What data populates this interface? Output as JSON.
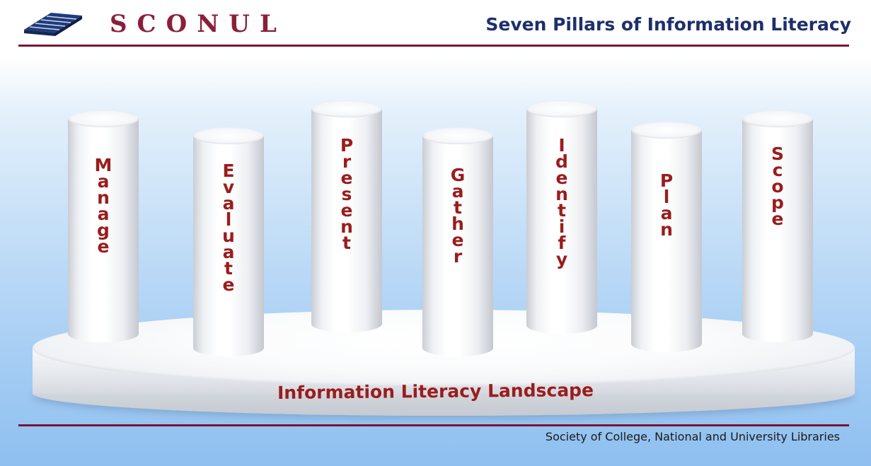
{
  "header": {
    "logo_text": "SCONUL",
    "title": "Seven Pillars of Information Literacy"
  },
  "pillars": [
    {
      "label": "Manage"
    },
    {
      "label": "Evaluate"
    },
    {
      "label": "Present"
    },
    {
      "label": "Gather"
    },
    {
      "label": "Identify"
    },
    {
      "label": "Plan"
    },
    {
      "label": "Scope"
    }
  ],
  "base": {
    "label": "Information Literacy Landscape"
  },
  "footer": {
    "text": "Society of College, National and University Libraries"
  },
  "colors": {
    "brand": "#8a1f3c",
    "title": "#1d2f6b",
    "pillar_text": "#9b1c1c",
    "rule": "#7a1630",
    "logo_book": "#1f3b7a"
  }
}
